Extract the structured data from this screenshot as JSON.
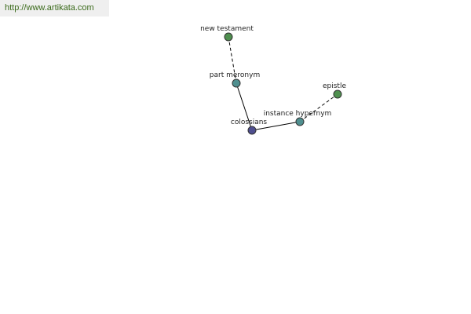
{
  "source": {
    "url": "http://www.artikata.com"
  },
  "graph": {
    "nodes": [
      {
        "id": "new-testament",
        "label": "new testament",
        "color": "#4f8f4f"
      },
      {
        "id": "part-meronym",
        "label": "part meronym",
        "color": "#4f8f8f"
      },
      {
        "id": "epistle",
        "label": "epistle",
        "color": "#4f8f4f"
      },
      {
        "id": "instance-hypernym",
        "label": "instance hypernym",
        "color": "#4f8f8f"
      },
      {
        "id": "colossians",
        "label": "colossians",
        "color": "#4f4f8f"
      }
    ],
    "edges": [
      {
        "from": "new-testament",
        "to": "part-meronym",
        "style": "dashed"
      },
      {
        "from": "part-meronym",
        "to": "colossians",
        "style": "solid"
      },
      {
        "from": "colossians",
        "to": "instance-hypernym",
        "style": "solid"
      },
      {
        "from": "instance-hypernym",
        "to": "epistle",
        "style": "dashed"
      }
    ]
  }
}
